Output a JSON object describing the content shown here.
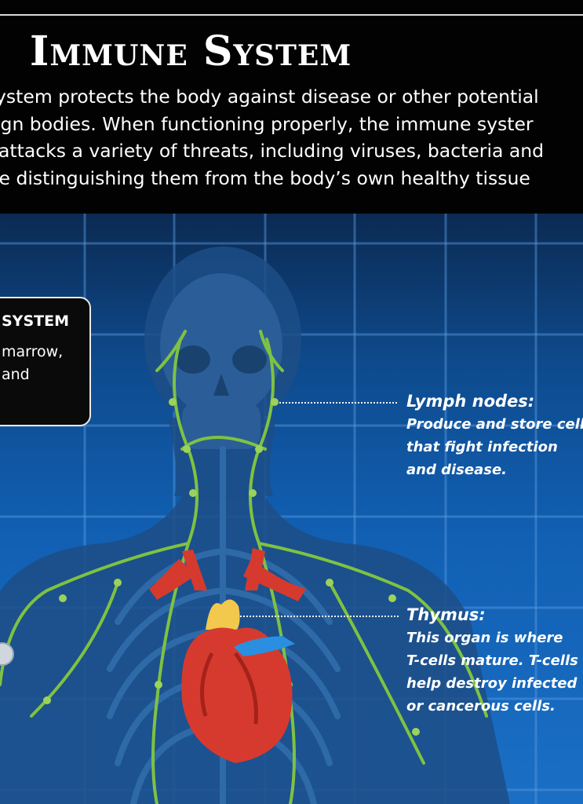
{
  "header": {
    "title": "Immune System",
    "intro_lines": [
      "ystem protects the body against disease or other potential",
      "ign bodies. When functioning properly, the immune syster",
      "attacks a variety of threats, including viruses, bacteria and",
      "le distinguishing them from the body’s own healthy tissue"
    ]
  },
  "side_box": {
    "title": "SYSTEM",
    "text": "marrow,\nand"
  },
  "labels": {
    "lymph_nodes": {
      "name": "Lymph nodes:",
      "desc": "Produce and store cells\nthat fight infection\nand disease."
    },
    "thymus": {
      "name": "Thymus:",
      "desc": "This organ is where\nT-cells mature. T-cells\nhelp destroy infected\nor cancerous cells."
    }
  },
  "colors": {
    "background_top": "#0b2a52",
    "background_bottom": "#1a6fc4",
    "lymph_green": "#7fc241",
    "heart_red": "#d63a2e",
    "thymus_yellow": "#f2c94c",
    "vein_blue": "#2a8fe0"
  }
}
